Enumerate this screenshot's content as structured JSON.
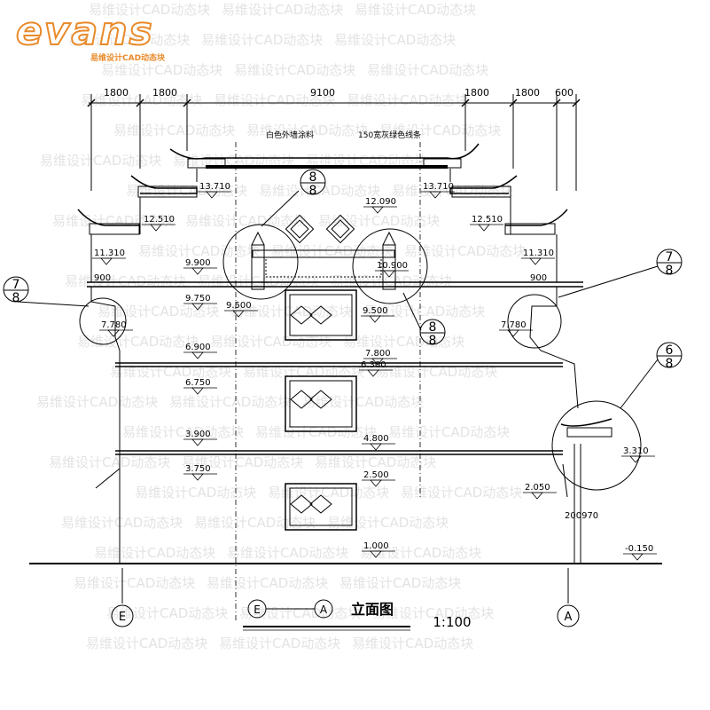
{
  "brand": {
    "logo_word": "evans",
    "logo_sub": "易维设计CAD动态块"
  },
  "watermark_text": "易维设计CAD动态块",
  "dimensions_top": [
    "1800",
    "1800",
    "9100",
    "1800",
    "1800",
    "600"
  ],
  "notes": {
    "wall": "白色外墙涂料",
    "band": "150宽灰绿色线条"
  },
  "elevations": {
    "e13710_l": "13.710",
    "e13710_r": "13.710",
    "e12510_l": "12.510",
    "e12510_r": "12.510",
    "e12090": "12.090",
    "e11310_l": "11.310",
    "e11310_r": "11.310",
    "e10900": "10.900",
    "e9900": "9.900",
    "e9750": "9.750",
    "e9500_l": "9.500",
    "e9500_r": "9.500",
    "e7780_l": "7.780",
    "e7780_r": "7.780",
    "e7800": "7.800",
    "e6900": "6.900",
    "e6750": "6.750",
    "e6300": "6.300",
    "e4800": "4.800",
    "e3900": "3.900",
    "e3750": "3.750",
    "e3310": "3.310",
    "e2500": "2.500",
    "e2050": "2.050",
    "e1000": "1.000",
    "e_neg0150": "-0.150"
  },
  "small_dims": {
    "d900_l": "900",
    "d900_r": "900",
    "d200970": "200970"
  },
  "detail_callouts": [
    {
      "top": "7",
      "bottom": "8"
    },
    {
      "top": "8",
      "bottom": "8"
    },
    {
      "top": "8",
      "bottom": "8"
    },
    {
      "top": "7",
      "bottom": "8"
    },
    {
      "top": "6",
      "bottom": "8"
    }
  ],
  "axes": {
    "left": "E",
    "right": "A"
  },
  "title": {
    "from_axis": "E",
    "to_axis": "A",
    "label": "立面图",
    "scale": "1:100"
  },
  "colors": {
    "line": "#000000",
    "brand_orange": "#e98a2a",
    "watermark": "#e3e3e3"
  }
}
